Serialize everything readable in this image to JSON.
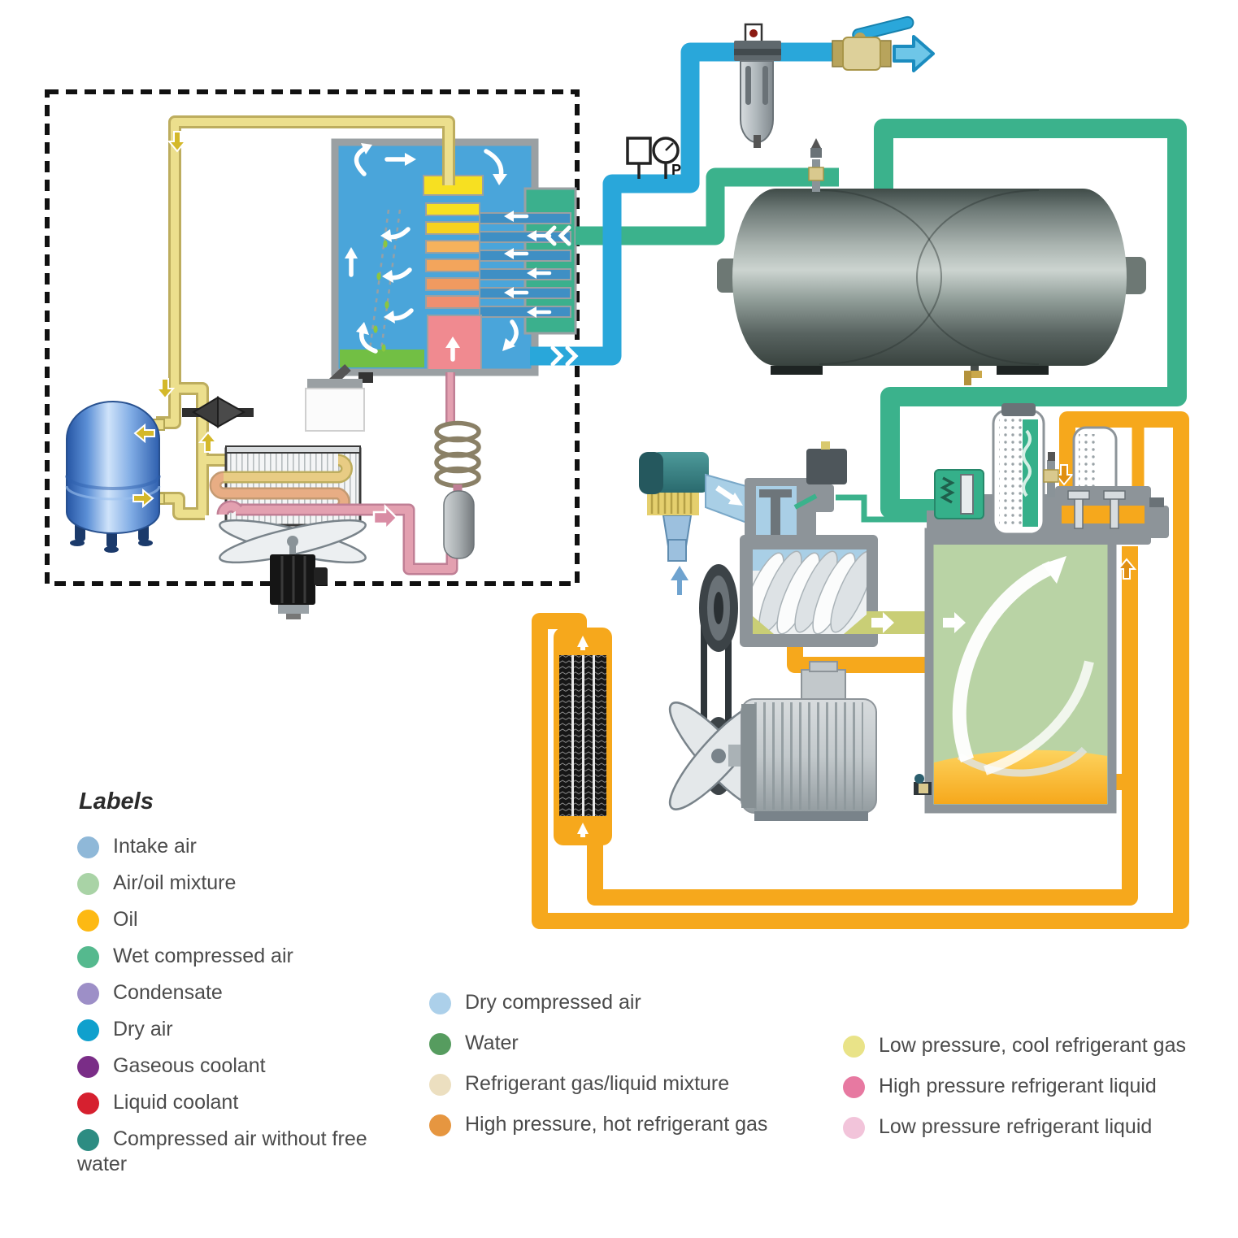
{
  "legend": {
    "title": "Labels",
    "columns": [
      {
        "items": [
          {
            "label": "Intake air",
            "color": "#8fb8d8"
          },
          {
            "label": "Air/oil mixture",
            "color": "#a9d3a6"
          },
          {
            "label": "Oil",
            "color": "#fdb913"
          },
          {
            "label": "Wet compressed air",
            "color": "#55b98e"
          },
          {
            "label": "Condensate",
            "color": "#9d8fc7"
          },
          {
            "label": "Dry air",
            "color": "#0fa0cd"
          },
          {
            "label": "Gaseous coolant",
            "color": "#7a2d87"
          },
          {
            "label": "Liquid coolant",
            "color": "#d6202f"
          },
          {
            "label": "Compressed air without free water",
            "color": "#2d8c82"
          }
        ]
      },
      {
        "items": [
          {
            "label": "Dry compressed air",
            "color": "#acd0ea"
          },
          {
            "label": "Water",
            "color": "#569c5f"
          },
          {
            "label": "Refrigerant gas/liquid mixture",
            "color": "#ecdfc0"
          },
          {
            "label": "High pressure, hot refrigerant gas",
            "color": "#e69640"
          }
        ]
      },
      {
        "items": [
          {
            "label": "Low pressure, cool refrigerant gas",
            "color": "#e9e388"
          },
          {
            "label": "High pressure refrigerant liquid",
            "color": "#e779a1"
          },
          {
            "label": "Low pressure refrigerant liquid",
            "color": "#f2c4da"
          }
        ]
      }
    ]
  },
  "gauge": {
    "pressure_label": "P"
  },
  "pipes": {
    "dry_air": "#29a7da",
    "wet_compressed_air": "#3bb28c",
    "oil": "#f6a81c",
    "air_oil_mixture": "#c9ce76",
    "refrigerant_suction_gas": "#ecdf8d",
    "refrigerant_liquid": "#e3a0b0"
  }
}
